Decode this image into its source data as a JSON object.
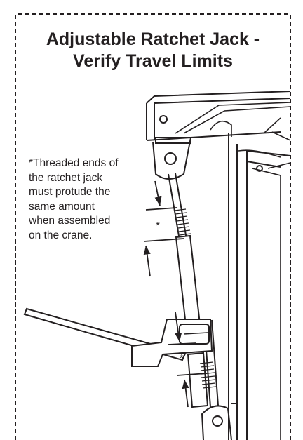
{
  "title": {
    "line1": "Adjustable Ratchet Jack -",
    "line2": "Verify Travel Limits"
  },
  "note": {
    "lines": [
      "*Threaded ends of",
      "the ratchet jack",
      "must protude the",
      "same amount",
      "when assembled",
      "on the crane."
    ]
  },
  "dimension_marker": "*",
  "colors": {
    "ink": "#231f20",
    "background": "#ffffff"
  }
}
